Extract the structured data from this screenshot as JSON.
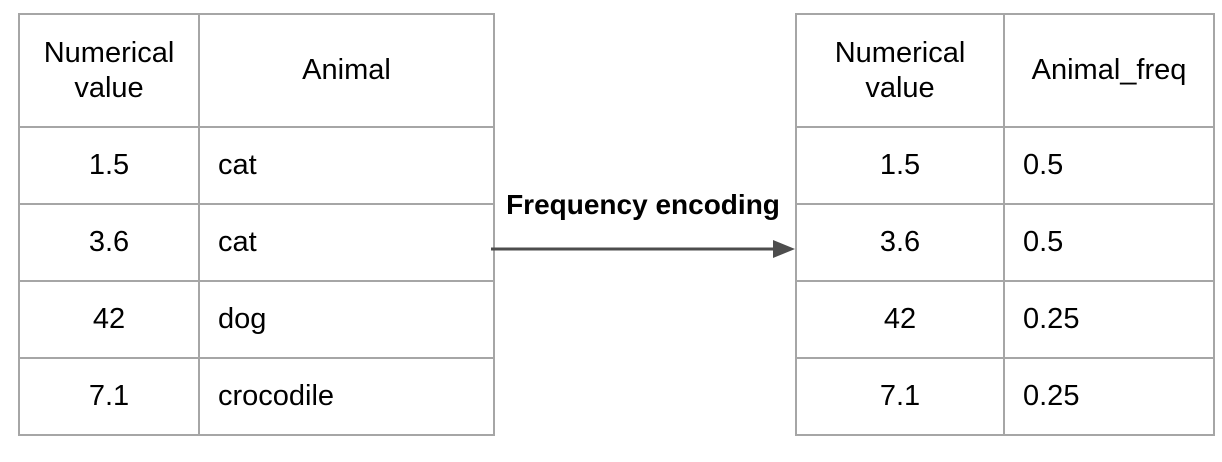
{
  "diagram": {
    "transform_label": "Frequency encoding"
  },
  "left_table": {
    "headers": [
      "Numerical value",
      "Animal"
    ],
    "rows": [
      [
        "1.5",
        "cat"
      ],
      [
        "3.6",
        "cat"
      ],
      [
        "42",
        "dog"
      ],
      [
        "7.1",
        "crocodile"
      ]
    ]
  },
  "right_table": {
    "headers": [
      "Numerical value",
      "Animal_freq"
    ],
    "rows": [
      [
        "1.5",
        "0.5"
      ],
      [
        "3.6",
        "0.5"
      ],
      [
        "42",
        "0.25"
      ],
      [
        "7.1",
        "0.25"
      ]
    ]
  },
  "icons": {
    "arrow": "right-arrow-icon"
  },
  "colors": {
    "table_border": "#a6a6a6",
    "arrow": "#4d4d4d",
    "text": "#000000",
    "background": "#ffffff"
  }
}
